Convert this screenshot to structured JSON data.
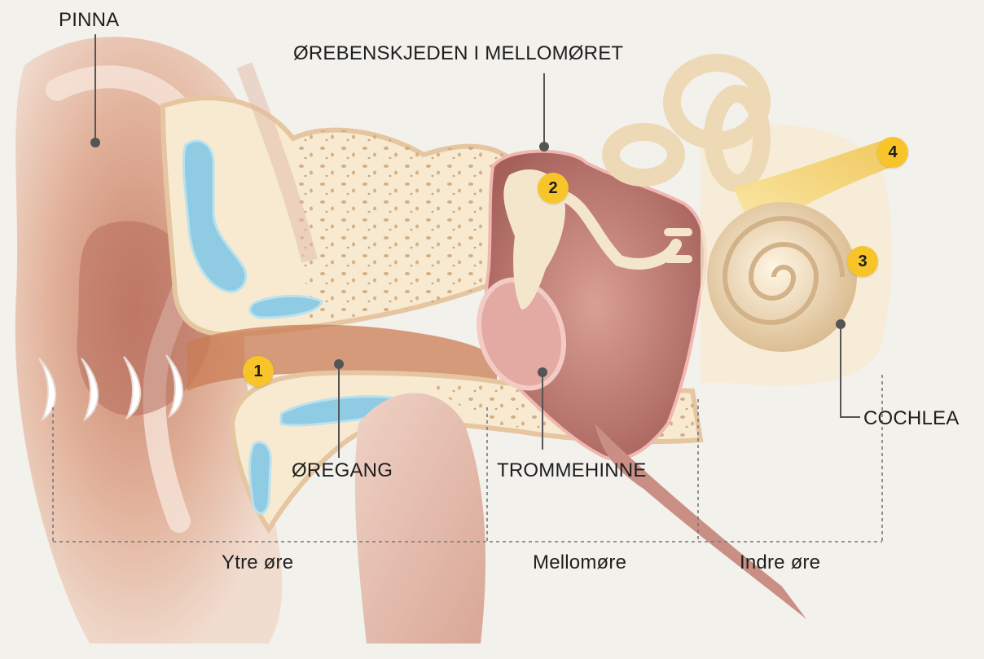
{
  "labels": {
    "pinna": "PINNA",
    "ossicles": "ØREBENSKJEDEN I MELLOMØRET",
    "ear_canal": "ØREGANG",
    "eardrum": "TROMMEHINNE",
    "cochlea": "COCHLEA"
  },
  "sections": {
    "outer": "Ytre øre",
    "middle": "Mellomøre",
    "inner": "Indre øre"
  },
  "markers": [
    "1",
    "2",
    "3",
    "4"
  ],
  "colors": {
    "background": "#f3f1ec",
    "skin": "#e8c3ae",
    "bone": "#f6e7c9",
    "fluid": "#8fcbe2",
    "middle_ear": "#b9746e",
    "cochlea": "#ead5b4",
    "nerve": "#f3cf74",
    "marker": "#f7c52a",
    "leader_line": "#555555"
  }
}
